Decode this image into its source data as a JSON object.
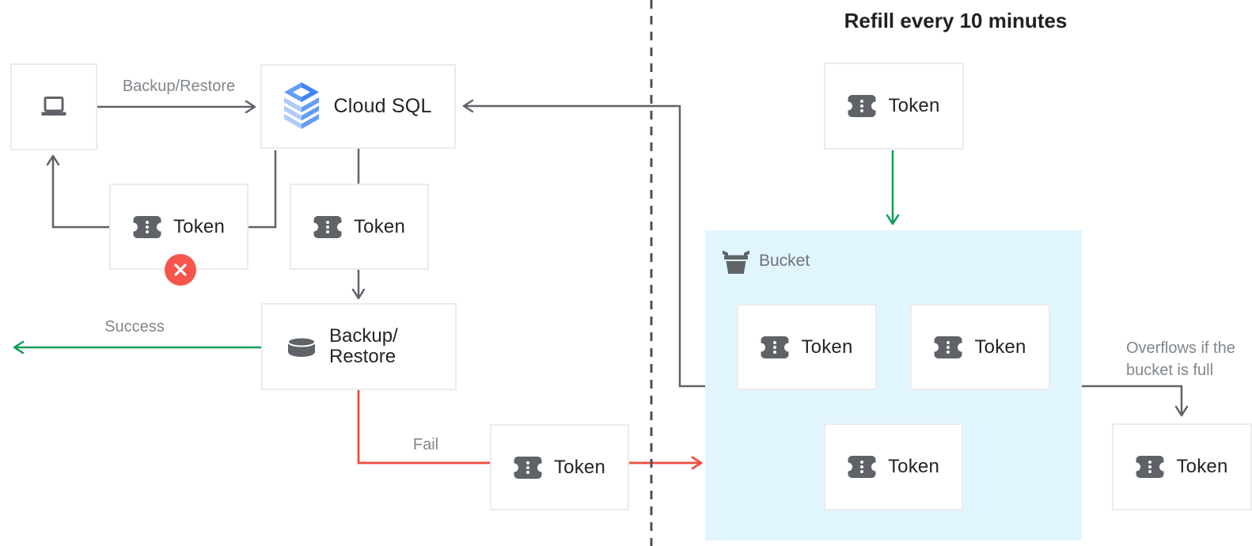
{
  "title": "Refill every 10 minutes",
  "nodes": {
    "cloud_sql": {
      "label": "Cloud SQL"
    },
    "token_expired": {
      "label": "Token"
    },
    "token_pending": {
      "label": "Token"
    },
    "backup_restore": {
      "line1": "Backup/",
      "line2": "Restore"
    },
    "token_fail": {
      "label": "Token"
    },
    "token_refill": {
      "label": "Token"
    },
    "token_overflow": {
      "label": "Token"
    },
    "bucket": {
      "label": "Bucket",
      "tokens": [
        {
          "label": "Token"
        },
        {
          "label": "Token"
        },
        {
          "label": "Token"
        }
      ]
    }
  },
  "edge_labels": {
    "backup_restore": "Backup/Restore",
    "success": "Success",
    "fail": "Fail",
    "overflow_line1": "Overflows if the",
    "overflow_line2": "bucket is full"
  },
  "colors": {
    "line_gray": "#5f6368",
    "dash_gray": "#4d5156",
    "green": "#0d9d58",
    "red": "#f4493d",
    "badge_red": "#f5554a",
    "bucket_fill": "#e1f5fe",
    "icon_gray": "#5f6368",
    "cloud_sql_blue": "#4285f4",
    "cloud_sql_mid": "#669df6",
    "cloud_sql_light": "#aecbfa"
  }
}
